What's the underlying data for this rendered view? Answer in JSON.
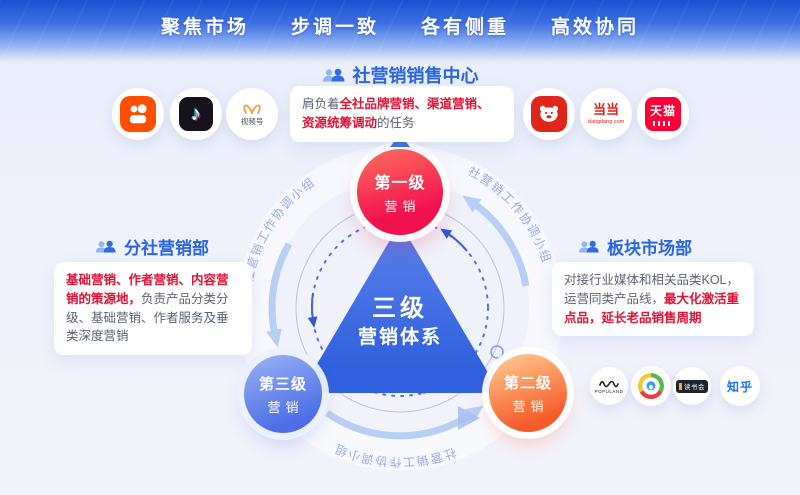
{
  "banner": {
    "slogans": [
      "聚焦市场",
      "步调一致",
      "各有侧重",
      "高效协同"
    ]
  },
  "sales_center": {
    "title": "社营销销售中心",
    "desc_prefix": "肩负着",
    "desc_highlight": "全社品牌营销、渠道营销、资源统筹调动",
    "desc_suffix": "的任务"
  },
  "branch_dept": {
    "title": "分社营销部",
    "desc_highlight": "基础营销、作者营销、内容营销的策源地，",
    "desc_rest": "负责产品分类分级、基础营销、作者服务及垂类深度营销"
  },
  "market_dept": {
    "title": "板块市场部",
    "desc_prefix": "对接行业媒体和相关品类KOL，运营同类产品线，",
    "desc_highlight": "最大化激活重点品，延长老品销售周期"
  },
  "pyramid": {
    "line1": "三级",
    "line2": "营销体系"
  },
  "levels": {
    "first": {
      "name": "第一级",
      "sub": "营销"
    },
    "second": {
      "name": "第二级",
      "sub": "营销"
    },
    "third": {
      "name": "第三级",
      "sub": "营销"
    }
  },
  "orbit": {
    "label": "社营销工作协调小组"
  },
  "platforms": {
    "top_left": [
      {
        "icon": "kuaishou-icon"
      },
      {
        "icon": "douyin-icon",
        "glyph": "♪"
      },
      {
        "icon": "wechat-channels-icon",
        "label": "视频号"
      }
    ],
    "top_right": [
      {
        "icon": "jd-icon"
      },
      {
        "icon": "dangdang-icon",
        "label": "当当",
        "sub": "dangdang.com"
      },
      {
        "icon": "tmall-icon",
        "label": "天猫"
      }
    ],
    "bottom_right": [
      {
        "icon": "populand-icon",
        "label": "POPULAND"
      },
      {
        "icon": "tencent-news-icon"
      },
      {
        "icon": "reading-club-icon",
        "label": "读书会"
      },
      {
        "icon": "zhihu-icon",
        "label": "知乎"
      }
    ]
  },
  "colors": {
    "accent_blue": "#2A66E2",
    "highlight_red": "#E01235",
    "level1_red": "#F2104E",
    "level2_orange": "#F75B2B",
    "level3_blue": "#4D6EE6",
    "orbit_text": "#97ABE3",
    "banner_blue": "#2B5FD9"
  }
}
